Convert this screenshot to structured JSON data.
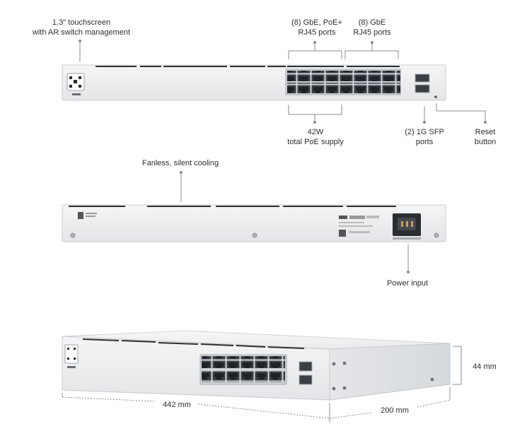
{
  "front_panel": {
    "touchscreen_label": [
      "1.3\" touchscreen",
      "with AR switch management"
    ],
    "poe_ports_label": [
      "(8) GbE, PoE+",
      "RJ45 ports"
    ],
    "gbe_ports_label": [
      "(8) GbE",
      "RJ45 ports"
    ],
    "poe_budget_label": [
      "42W",
      "total PoE supply"
    ],
    "sfp_label": [
      "(2) 1G SFP",
      "ports"
    ],
    "reset_label": [
      "Reset",
      "button"
    ]
  },
  "rear_panel": {
    "cooling_label": "Fanless, silent cooling",
    "power_label": "Power input"
  },
  "dimensions": {
    "height": "44 mm",
    "width": "442 mm",
    "depth": "200 mm"
  },
  "colors": {
    "chassis": "#eceef0",
    "chassis_edge": "#c9ccd0",
    "port": "#3a3f46",
    "vent": "#2f2f33",
    "leader": "#8c8c8c"
  }
}
